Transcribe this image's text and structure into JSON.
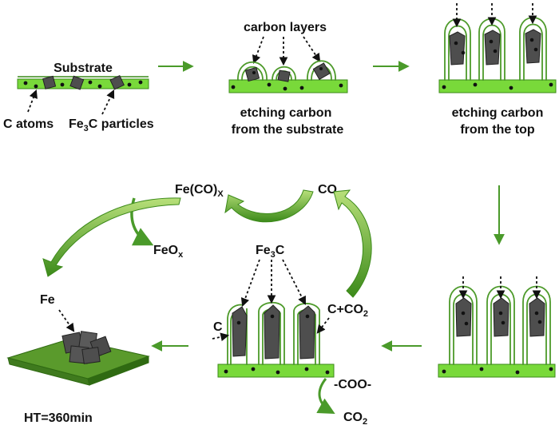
{
  "colors": {
    "substrate": "#79d93a",
    "substrate_edge": "#3c8a1a",
    "fiber": "#4d9a2a",
    "arrow": "#4a9a2a",
    "particle": "#4e4e4e",
    "particle_edge": "#222222",
    "dot": "#111111",
    "plate_top": "#5a9a2c",
    "plate_side": "#3f7a1e",
    "curve_fill_top": "#b8e07a",
    "curve_fill_bottom": "#3c8a1a"
  },
  "labels": {
    "substrate": "Substrate",
    "c_atoms": "C atoms",
    "fe3c_particles_prefix": "Fe",
    "fe3c_particles_sub": "3",
    "fe3c_particles_suffix": "C  particles",
    "carbon_layers": "carbon layers",
    "etch_substrate_line1": "etching carbon",
    "etch_substrate_line2": "from the substrate",
    "etch_top_line1": "etching carbon",
    "etch_top_line2": "from the top",
    "fe_co_x_main": "Fe(CO)",
    "fe_co_x_sub": "X",
    "co": "CO",
    "feo_x_main": "FeO",
    "feo_x_sub": "x",
    "fe": "Fe",
    "fe3c_main": "Fe",
    "fe3c_sub": "3",
    "fe3c_suffix": "C",
    "c": "C",
    "c_co2_main": "C+CO",
    "c_co2_sub": "2",
    "coo": "-COO-",
    "co2_main": "CO",
    "co2_sub": "2",
    "ht": "HT=360min"
  },
  "icons": {
    "process_arrow": "right-arrow",
    "dotted_arrow": "dotted-arrow",
    "curved_arrow": "curved-arrow",
    "particle": "fe3c-particle",
    "fiber": "carbon-fiber"
  }
}
